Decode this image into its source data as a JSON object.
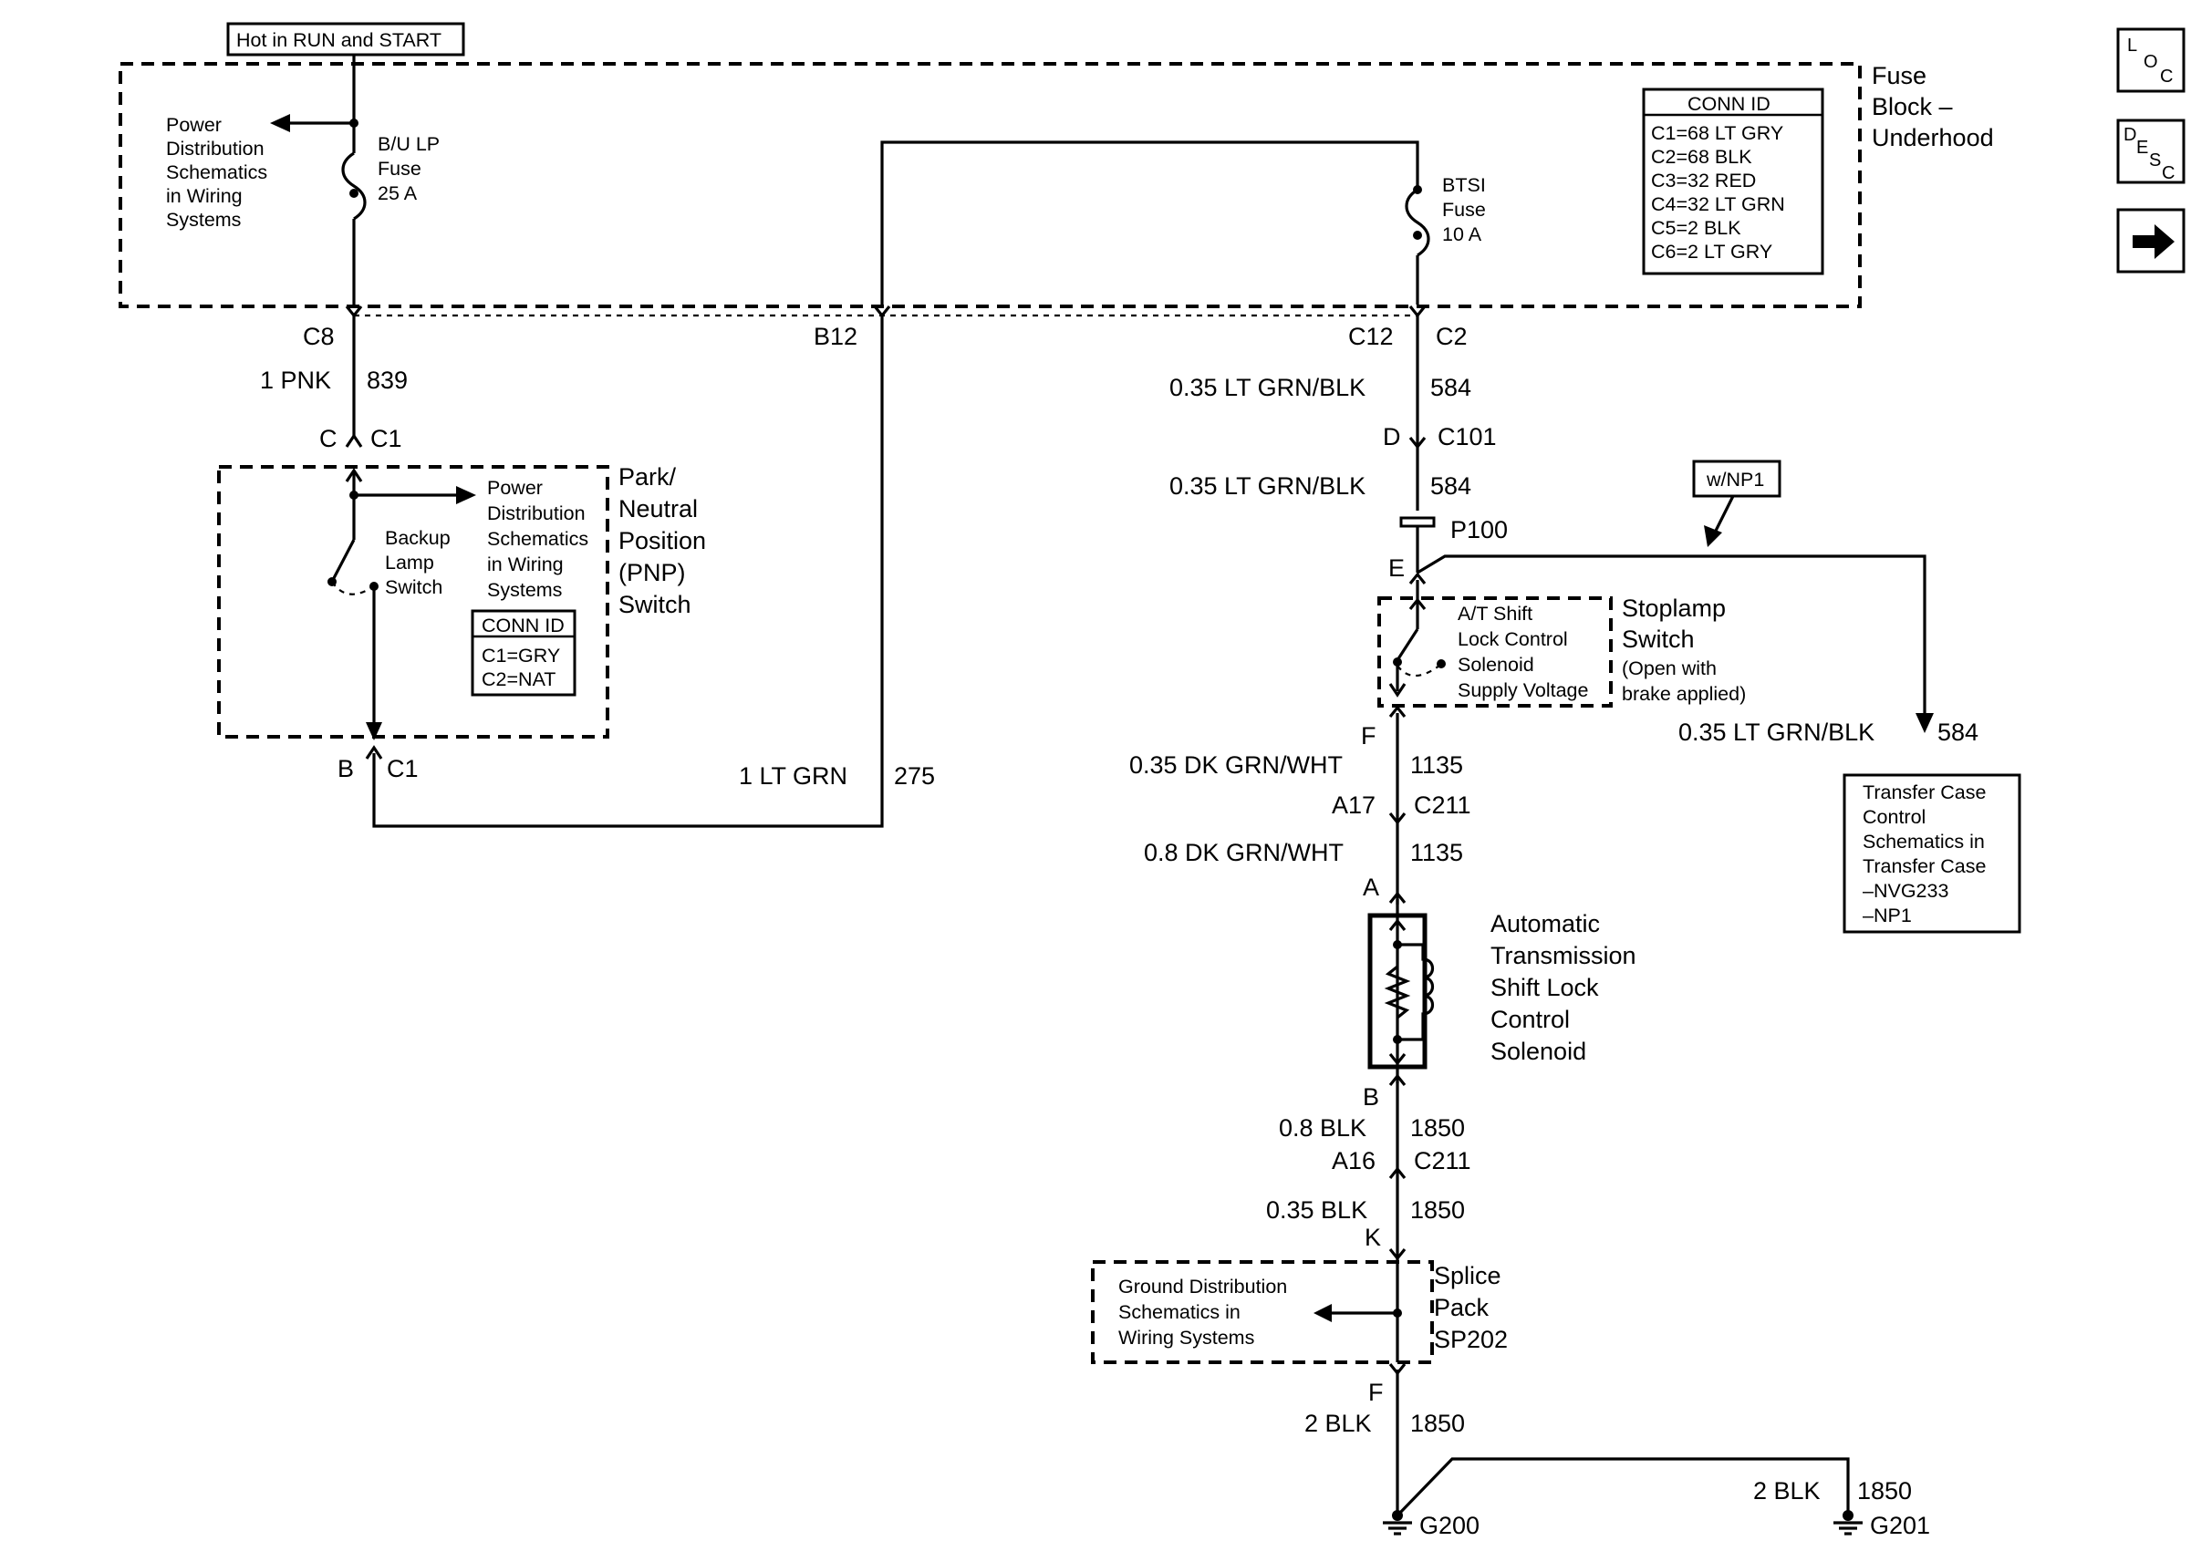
{
  "header": {
    "power_label": "Hot in RUN and START"
  },
  "fuse_block": {
    "title": [
      "Fuse",
      "Block –",
      "Underhood"
    ],
    "bu_lp_fuse": [
      "B/U LP",
      "Fuse",
      "25 A"
    ],
    "btsi_fuse": [
      "BTSI",
      "Fuse",
      "10 A"
    ],
    "power_ref": [
      "Power",
      "Distribution",
      "Schematics",
      "in Wiring",
      "Systems"
    ],
    "conn_id": {
      "title": "CONN ID",
      "rows": [
        "C1=68 LT GRY",
        "C2=68 BLK",
        "C3=32 RED",
        "C4=32 LT GRN",
        "C5=2 BLK",
        "C6=2 LT GRY"
      ]
    }
  },
  "nav": {
    "loc": [
      "L",
      "O",
      "C"
    ],
    "desc": [
      "D",
      "E",
      "S",
      "C"
    ],
    "next": "→"
  },
  "pnp_switch": {
    "title": [
      "Park/",
      "Neutral",
      "Position",
      "(PNP)",
      "Switch"
    ],
    "power_ref": [
      "Power",
      "Distribution",
      "Schematics",
      "in Wiring",
      "Systems"
    ],
    "switch_label": [
      "Backup",
      "Lamp",
      "Switch"
    ],
    "conn_id": {
      "title": "CONN ID",
      "rows": [
        "C1=GRY",
        "C2=NAT"
      ]
    }
  },
  "left_circuit": {
    "c8": "C8",
    "wire_839_color": "1 PNK",
    "wire_839_num": "839",
    "pin_c": "C",
    "conn_c1_top": "C1",
    "pin_b": "B",
    "conn_c1_bottom": "C1",
    "b12": "B12",
    "wire_275_color": "1 LT GRN",
    "wire_275_num": "275"
  },
  "main_circuit": {
    "c12": "C12",
    "c2": "C2",
    "w584_a_color": "0.35 LT GRN/BLK",
    "w584_a_num": "584",
    "pin_d": "D",
    "c101": "C101",
    "w584_b_color": "0.35 LT GRN/BLK",
    "w584_b_num": "584",
    "p100": "P100",
    "pin_e": "E",
    "np1_tag": "w/NP1",
    "w584_c_color": "0.35 LT GRN/BLK",
    "w584_c_num": "584",
    "pin_f": "F",
    "w1135_a_color": "0.35 DK GRN/WHT",
    "w1135_a_num": "1135",
    "a17": "A17",
    "c211_a": "C211",
    "w1135_b_color": "0.8 DK GRN/WHT",
    "w1135_b_num": "1135",
    "pin_a": "A",
    "pin_b": "B",
    "w1850_a_color": "0.8 BLK",
    "w1850_a_num": "1850",
    "a16": "A16",
    "c211_b": "C211",
    "w1850_b_color": "0.35 BLK",
    "w1850_b_num": "1850",
    "pin_k": "K",
    "pin_f2": "F",
    "w1850_c_color": "2 BLK",
    "w1850_c_num": "1850",
    "w1850_d_color": "2 BLK",
    "w1850_d_num": "1850",
    "g200": "G200",
    "g201": "G201"
  },
  "stoplamp_switch": {
    "title": [
      "Stoplamp",
      "Switch"
    ],
    "note": [
      "(Open with",
      "brake applied)"
    ],
    "inner": [
      "A/T Shift",
      "Lock Control",
      "Solenoid",
      "Supply Voltage"
    ]
  },
  "transfer_case": [
    "Transfer Case",
    "Control",
    "Schematics in",
    "Transfer Case",
    "–NVG233",
    "–NP1"
  ],
  "solenoid": [
    "Automatic",
    "Transmission",
    "Shift Lock",
    "Control",
    "Solenoid"
  ],
  "splice_pack": {
    "title": [
      "Splice",
      "Pack",
      "SP202"
    ],
    "ground_ref": [
      "Ground Distribution",
      "Schematics in",
      "Wiring Systems"
    ]
  }
}
